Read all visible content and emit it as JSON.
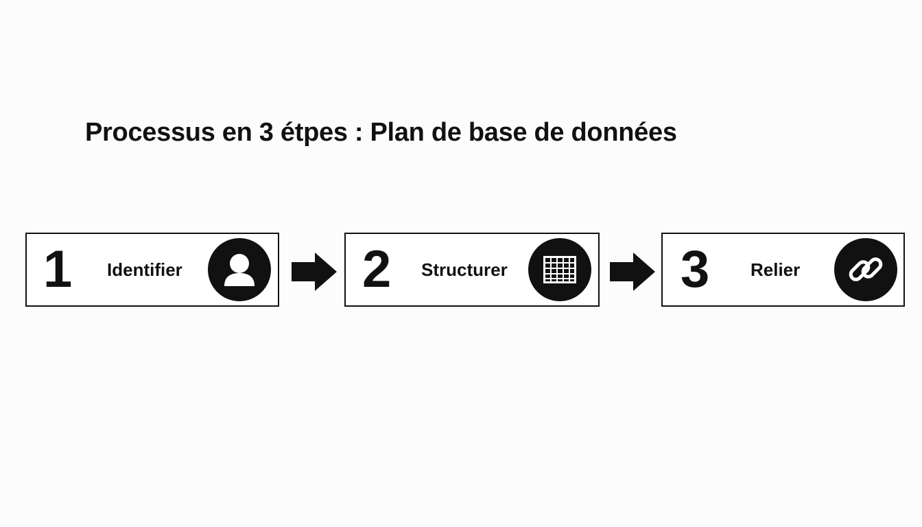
{
  "title": "Processus en 3 étpes : Plan de base de données",
  "steps": [
    {
      "number": "1",
      "label": "Identifier",
      "icon": "user-icon"
    },
    {
      "number": "2",
      "label": "Structurer",
      "icon": "grid-table-icon"
    },
    {
      "number": "3",
      "label": "Relier",
      "icon": "link-chain-icon"
    }
  ],
  "colors": {
    "ink": "#111111",
    "background": "#fcfcfc"
  }
}
